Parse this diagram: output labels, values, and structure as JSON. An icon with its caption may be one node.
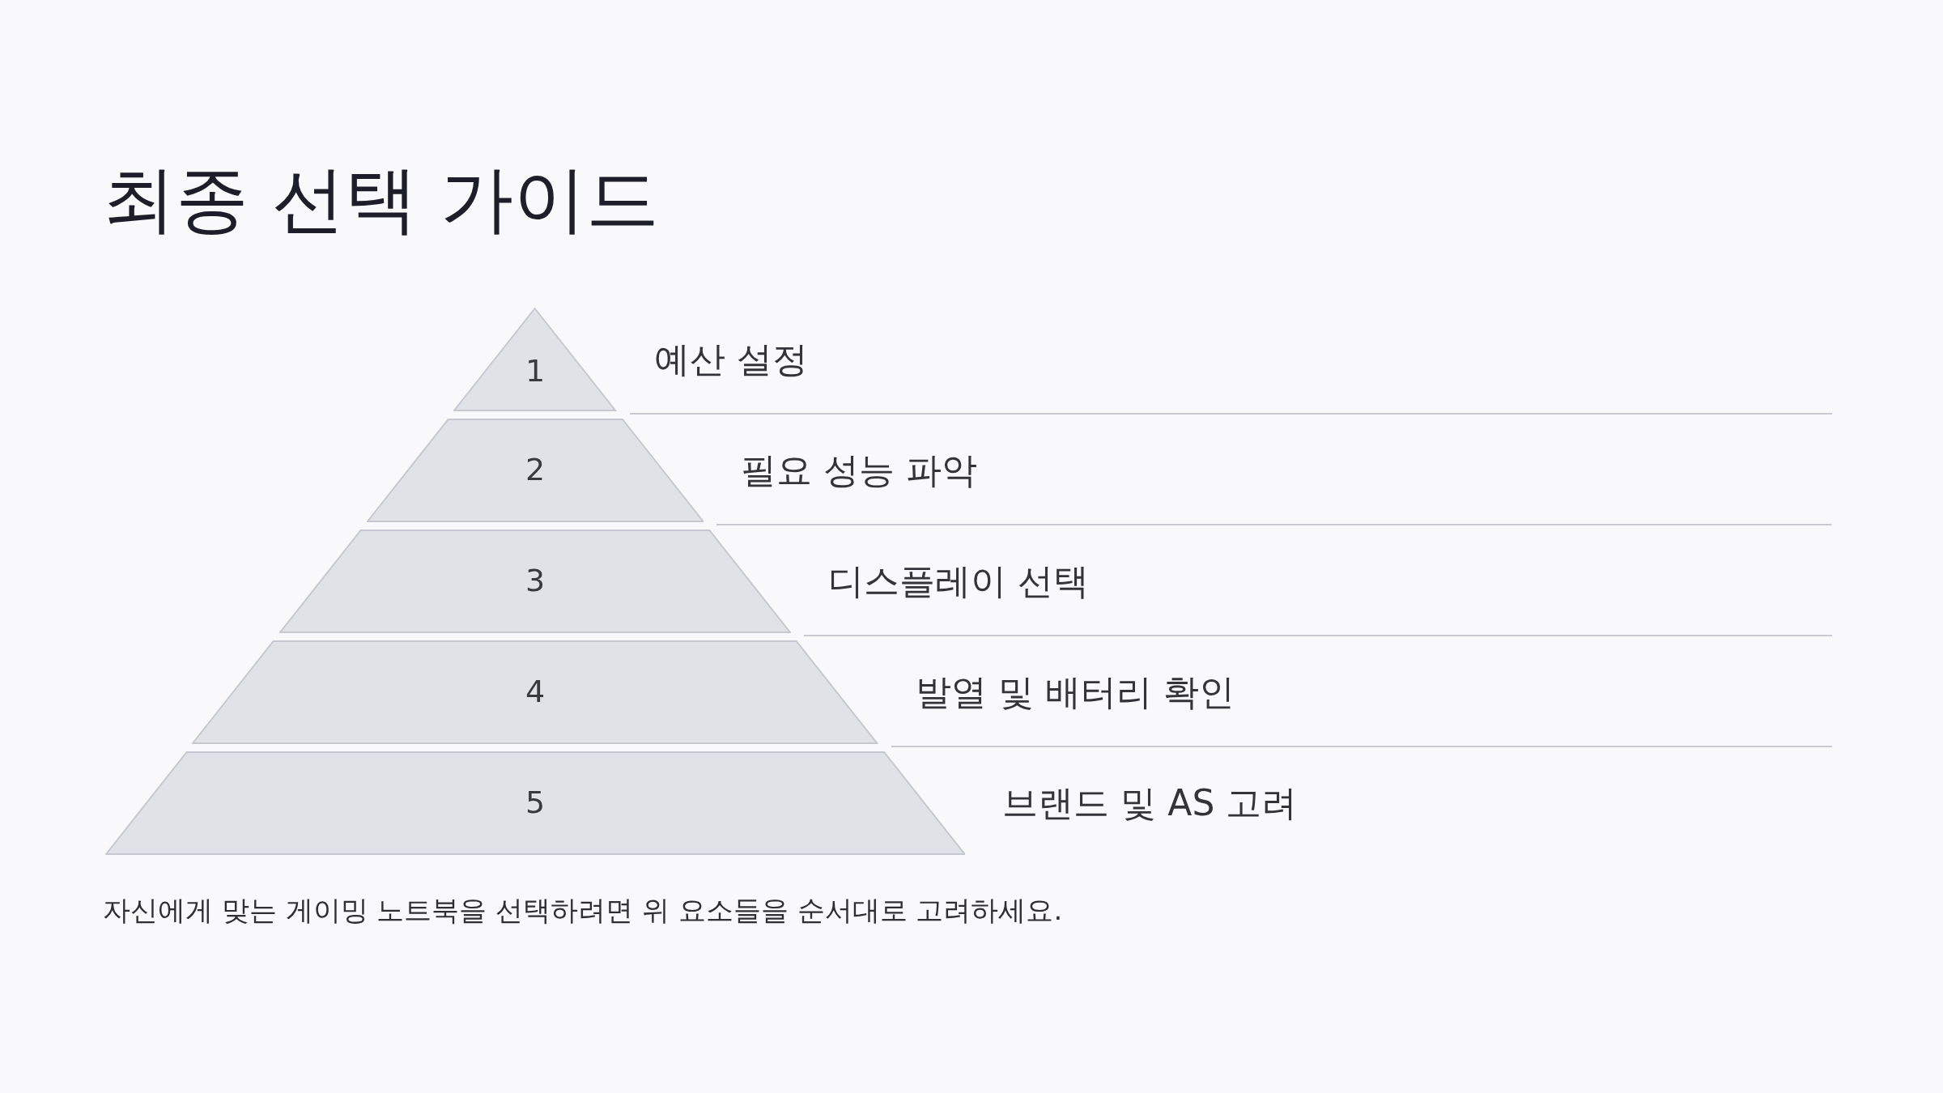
{
  "diagram": {
    "title": "최종 선택 가이드",
    "caption": "자신에게 맞는 게이밍 노트북을 선택하려면 위 요소들을 순서대로 고려하세요.",
    "nodes": [
      {
        "text": [
          "1"
        ],
        "beside": [
          "예산 설정"
        ]
      },
      {
        "text": [
          "2"
        ],
        "beside": [
          "필요 성능 파악"
        ]
      },
      {
        "text": [
          "3"
        ],
        "beside": [
          "디스플레이 선택"
        ]
      },
      {
        "text": [
          "4"
        ],
        "beside": [
          "발열 및 배터리 확인"
        ]
      },
      {
        "text": [
          "5"
        ],
        "beside": [
          "브랜드 및 AS 고려"
        ]
      }
    ]
  }
}
